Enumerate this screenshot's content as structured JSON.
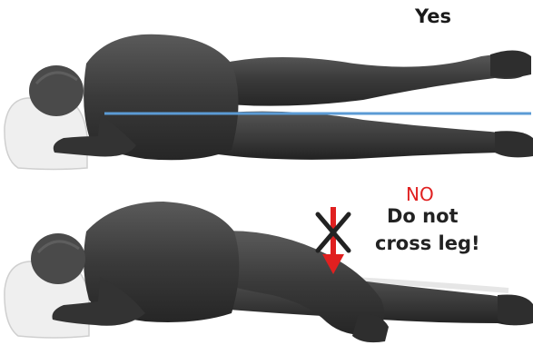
{
  "scene": {
    "good_posture": {
      "verdict": "Yes",
      "verdict_color": "#1a1a1a",
      "alignment_line_color": "#5b9bd5"
    },
    "bad_posture": {
      "verdict": "NO",
      "verdict_color": "#e02020",
      "warning_line1": "Do not",
      "warning_line2": "cross leg!",
      "marker": "crossed-out-down-arrow",
      "marker_arrow_color": "#e02020",
      "marker_cross_color": "#222222"
    },
    "figure_color": "#3d3d3d",
    "pillow_color": "#efefef"
  }
}
